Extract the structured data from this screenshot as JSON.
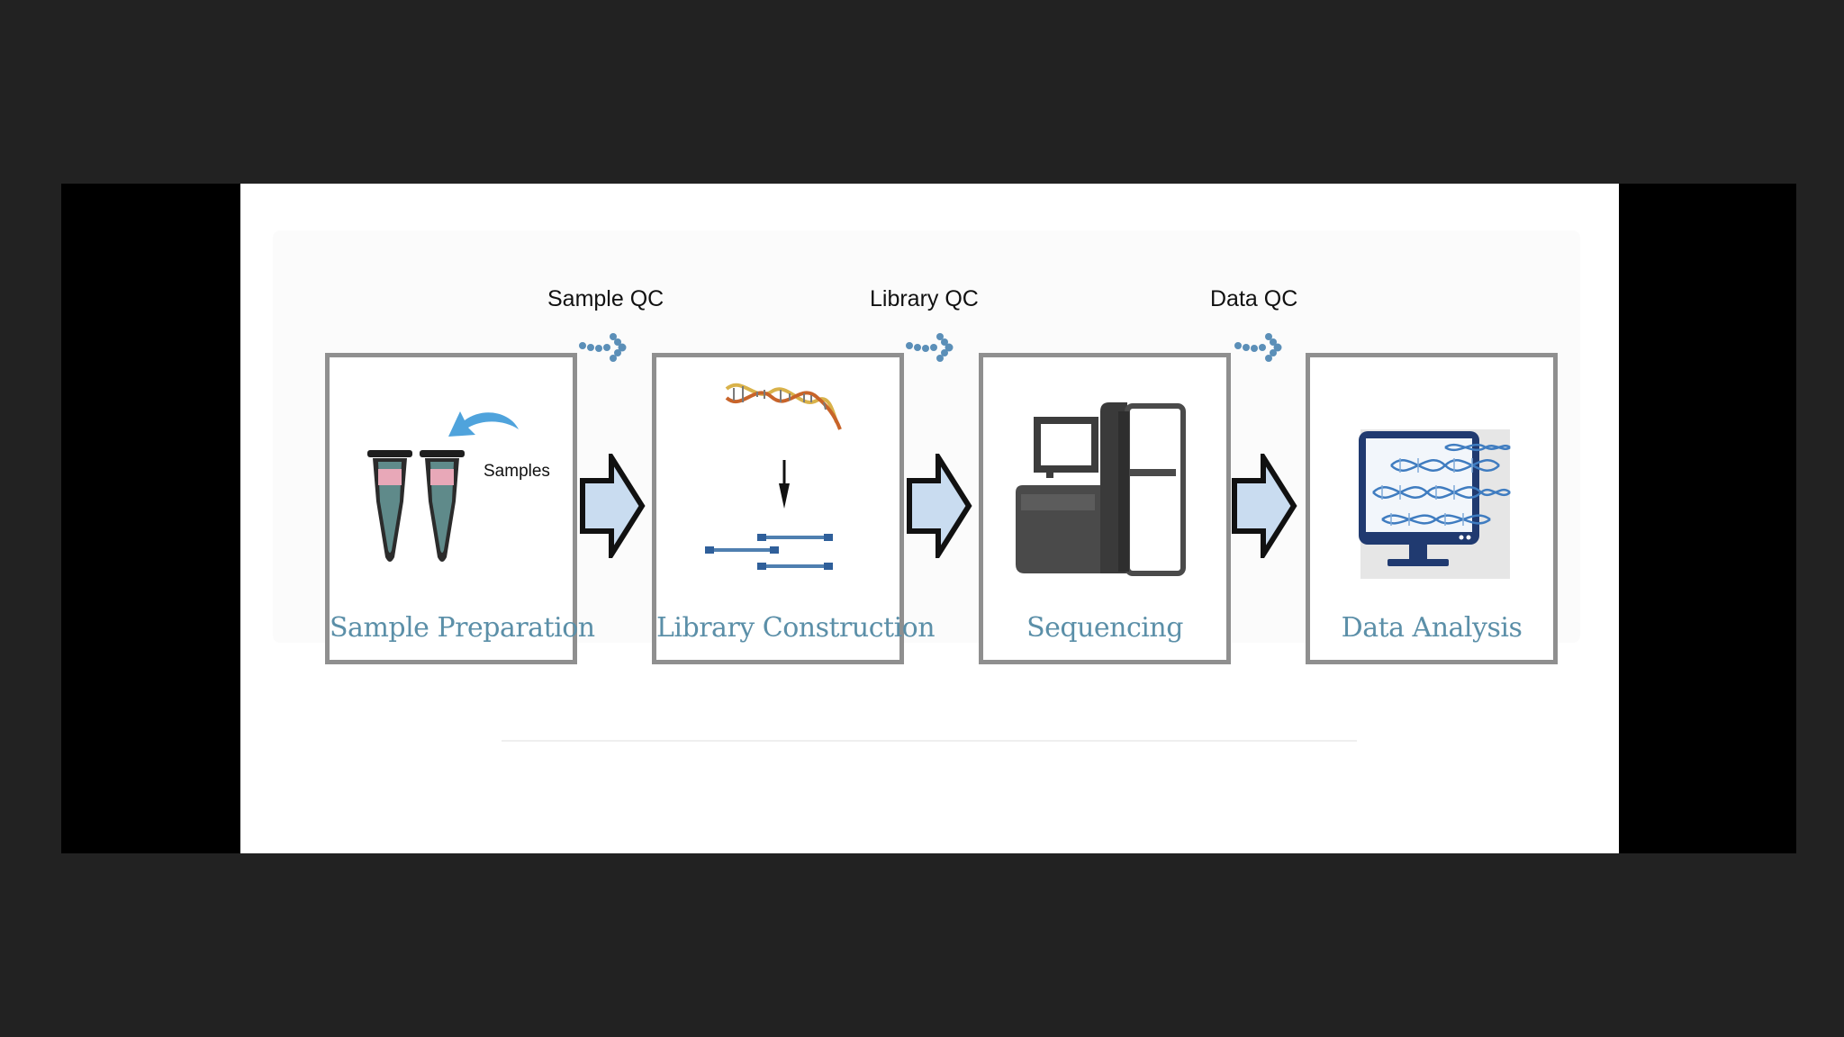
{
  "stages": [
    {
      "label": "Sample Preparation",
      "icon": "sample-tubes-icon"
    },
    {
      "label": "Library Construction",
      "icon": "dna-fragmentation-icon"
    },
    {
      "label": "Sequencing",
      "icon": "sequencer-machine-icon"
    },
    {
      "label": "Data Analysis",
      "icon": "computer-monitor-icon"
    }
  ],
  "qc_checkpoints": [
    {
      "label": "Sample QC"
    },
    {
      "label": "Library QC"
    },
    {
      "label": "Data QC"
    }
  ],
  "samples_caption": "Samples",
  "colors": {
    "stage_label": "#5b8fa8",
    "box_border": "#8f8f8f",
    "flow_arrow_fill": "#c9dcf0",
    "qc_arrow": "#5b8fb8",
    "dna_blue": "#2f6fb0"
  }
}
